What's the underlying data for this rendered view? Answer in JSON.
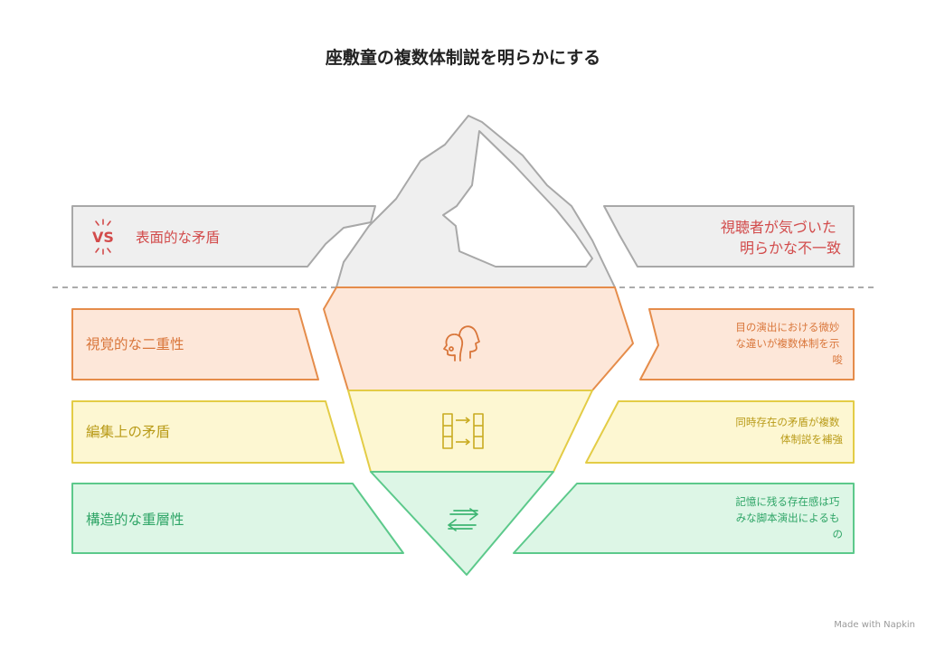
{
  "title": "座敷童の複数体制説を明らかにする",
  "layers": [
    {
      "key": "surface",
      "icon": "vs-icon",
      "left_label": "表面的な矛盾",
      "right_lines": [
        "視聴者が気づいた",
        "明らかな不一致"
      ],
      "colors": {
        "fill": "#efefef",
        "stroke": "#a8a8a8",
        "text": "#d24b4b",
        "icon": "#d24b4b"
      }
    },
    {
      "key": "visual",
      "icon": "faces-icon",
      "left_label": "視覚的な二重性",
      "right_lines": [
        "目の演出における微妙",
        "な違いが複数体制を示",
        "唆"
      ],
      "colors": {
        "fill": "#fde7d9",
        "stroke": "#e58c4a",
        "text": "#d9763a",
        "icon": "#d9763a"
      }
    },
    {
      "key": "editorial",
      "icon": "columns-arrows-icon",
      "left_label": "編集上の矛盾",
      "right_lines": [
        "同時存在の矛盾が複数",
        "体制説を補強"
      ],
      "colors": {
        "fill": "#fdf7d2",
        "stroke": "#e3cc46",
        "text": "#b99b18",
        "icon": "#c9ab20"
      }
    },
    {
      "key": "structural",
      "icon": "swap-arrows-icon",
      "left_label": "構造的な重層性",
      "right_lines": [
        "記憶に残る存在感は巧",
        "みな脚本演出によるも",
        "の"
      ],
      "colors": {
        "fill": "#ddf6e6",
        "stroke": "#5cc98b",
        "text": "#2fa567",
        "icon": "#3fb673"
      }
    }
  ],
  "credit": "Made with Napkin",
  "separator_color": "#8f8f8f"
}
